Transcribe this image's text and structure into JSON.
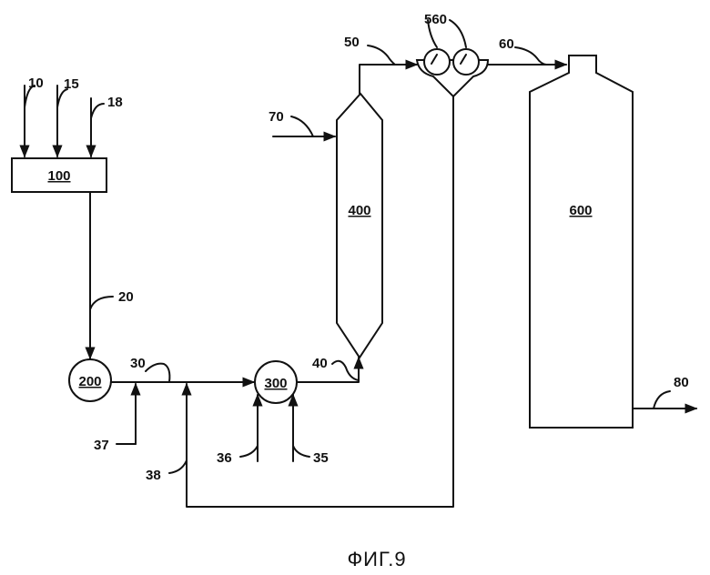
{
  "figure": {
    "caption": "ФИГ.9",
    "units": {
      "unit_100": "100",
      "unit_200": "200",
      "unit_300": "300",
      "unit_400": "400",
      "unit_560": "560",
      "unit_600": "600"
    },
    "streams": {
      "s10": "10",
      "s15": "15",
      "s18": "18",
      "s20": "20",
      "s30": "30",
      "s35": "35",
      "s36": "36",
      "s37": "37",
      "s38": "38",
      "s40": "40",
      "s50": "50",
      "s60": "60",
      "s70": "70",
      "s80": "80"
    }
  }
}
